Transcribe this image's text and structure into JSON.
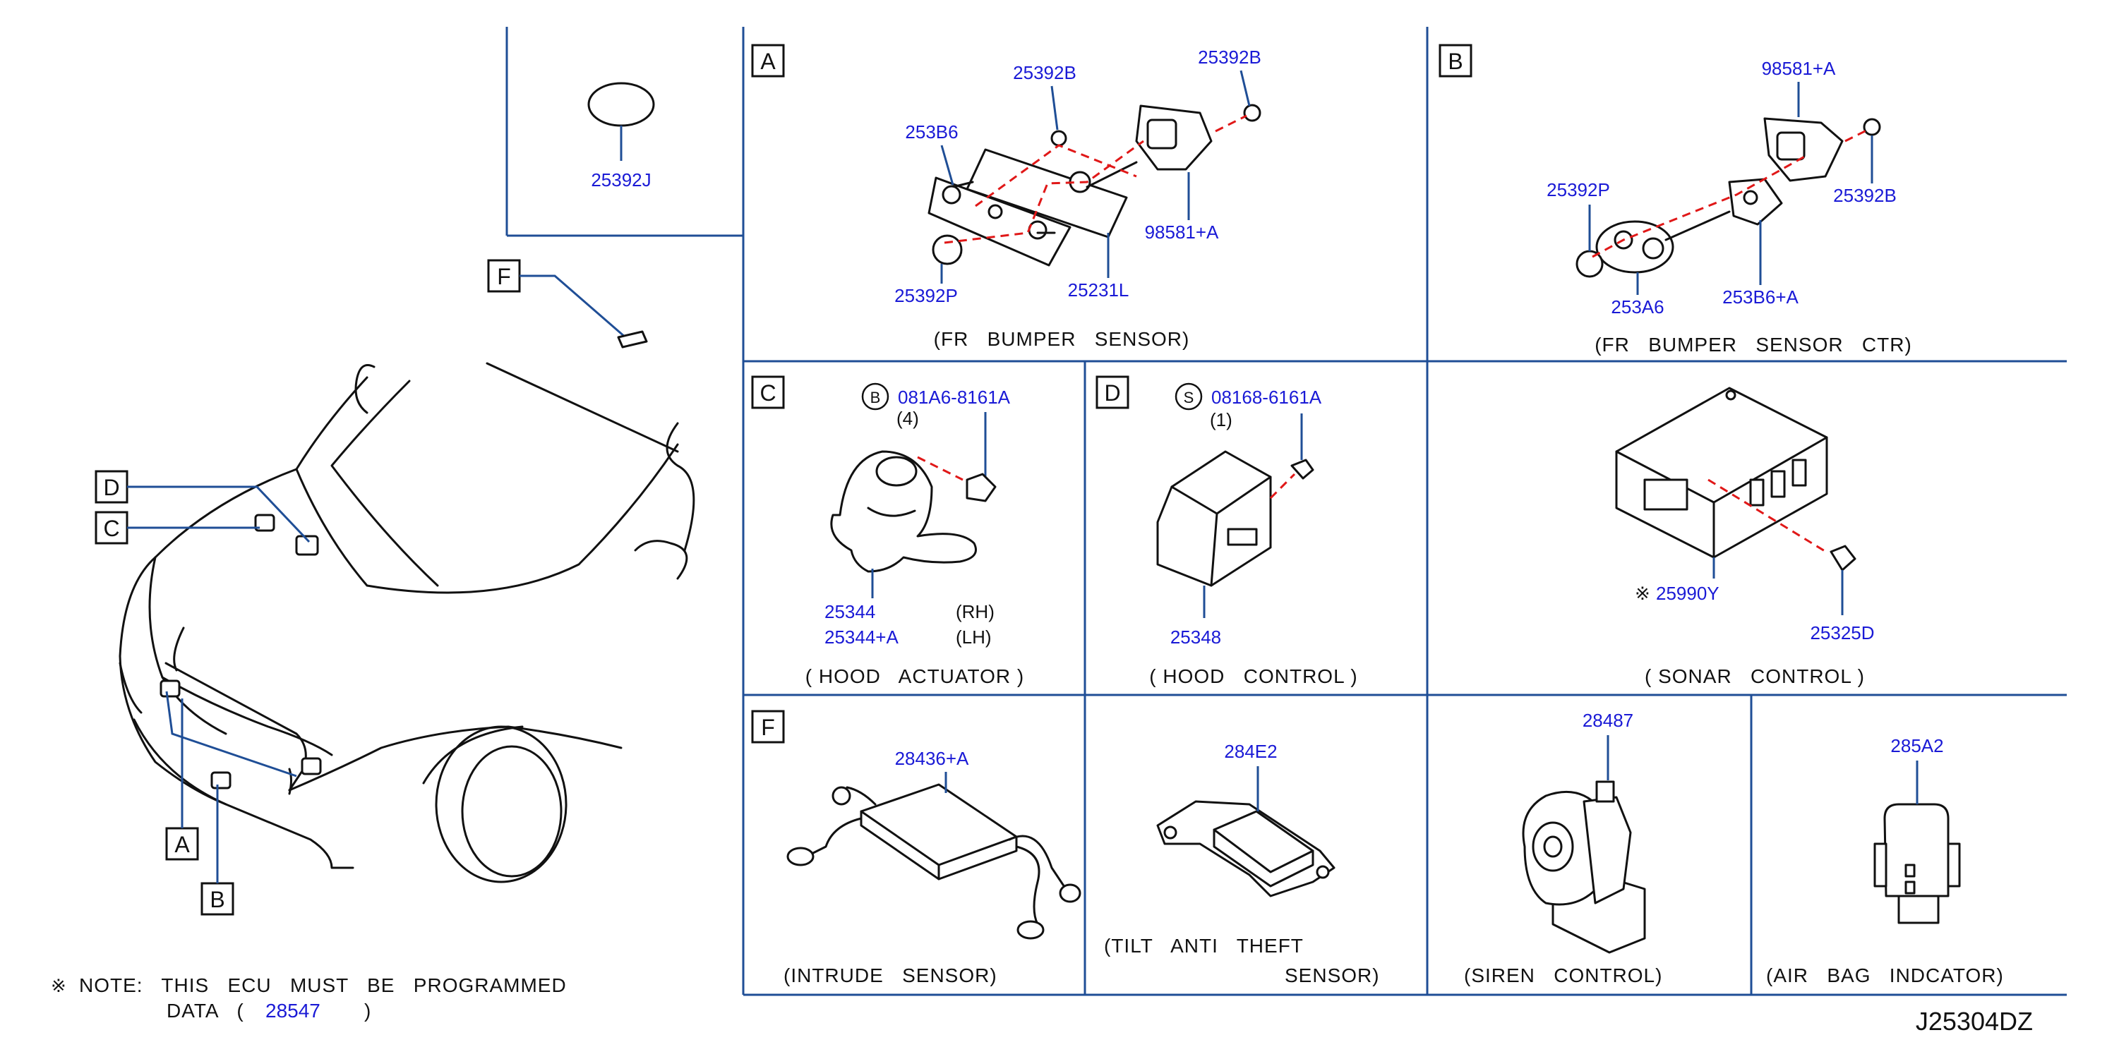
{
  "sections": {
    "A": {
      "letter": "A",
      "caption": "(FR   BUMPER   SENSOR)"
    },
    "B": {
      "letter": "B",
      "caption": "(FR   BUMPER   SENSOR   CTR)"
    },
    "C": {
      "letter": "C",
      "caption": "( HOOD   ACTUATOR )"
    },
    "D": {
      "letter": "D",
      "caption": "( HOOD   CONTROL )"
    },
    "E": {
      "caption": "( SONAR   CONTROL )"
    },
    "F": {
      "letter": "F",
      "caption": "(INTRUDE   SENSOR)"
    },
    "G": {
      "caption_line1": "(TILT   ANTI   THEFT",
      "caption_line2": "SENSOR)"
    },
    "H": {
      "caption": "(SIREN   CONTROL)"
    },
    "I": {
      "caption": "(AIR   BAG   INDCATOR)"
    }
  },
  "parts": {
    "p25392J": "25392J",
    "a_25392B_1": "25392B",
    "a_25392B_2": "25392B",
    "a_253B6": "253B6",
    "a_98581A": "98581+A",
    "a_25392P": "25392P",
    "a_25231L": "25231L",
    "b_98581A": "98581+A",
    "b_25392P": "25392P",
    "b_25392B": "25392B",
    "b_253A6": "253A6",
    "b_253B6A": "253B6+A",
    "c_bolt_symbol": "B",
    "c_bolt": "081A6-8161A",
    "c_qty": "(4)",
    "c_25344": "25344",
    "c_rh": "(RH)",
    "c_25344A": "25344+A",
    "c_lh": "(LH)",
    "d_screw_symbol": "S",
    "d_screw": "08168-6161A",
    "d_qty": "(1)",
    "d_25348": "25348",
    "e_mark": "※",
    "e_25990Y": "25990Y",
    "e_25325D": "25325D",
    "f_28436A": "28436+A",
    "g_284E2": "284E2",
    "h_28487": "28487",
    "i_285A2": "285A2"
  },
  "callouts": {
    "A": "A",
    "B": "B",
    "C": "C",
    "D": "D",
    "F": "F"
  },
  "note": {
    "mark": "※",
    "line1": "NOTE:   THIS   ECU   MUST   BE   PROGRAMMED",
    "line2_prefix": "DATA   (",
    "ref": "28547",
    "line2_suffix": ")"
  },
  "diagram_code": "J25304DZ",
  "colors": {
    "part_number": "#1a1ad6",
    "frame": "#1f4e96",
    "dash": "#e01818",
    "text": "#111111"
  }
}
